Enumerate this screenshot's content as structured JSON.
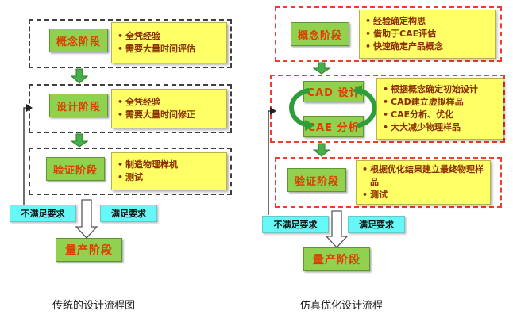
{
  "left": {
    "caption": "传统的设计流程图",
    "stages": [
      {
        "label": "概念阶段",
        "bullets": [
          "全凭经验",
          "需要大量时间评估"
        ]
      },
      {
        "label": "设计阶段",
        "bullets": [
          "全凭经验",
          "需要大量时间修正"
        ]
      },
      {
        "label": "验证阶段",
        "bullets": [
          "制造物理样机",
          "测试"
        ]
      }
    ],
    "fail_label": "不满足要求",
    "pass_label": "满足要求",
    "final_stage": "量产阶段"
  },
  "right": {
    "caption": "仿真优化设计流程",
    "concept": {
      "label": "概念阶段",
      "bullets": [
        "经验确定构思",
        "借助于CAE评估",
        "快速确定产品概念"
      ]
    },
    "loop": {
      "cad_label": "CAD 设计",
      "cae_label": "CAE 分析",
      "bullets": [
        "根据概念确定初始设计",
        "CAD建立虚拟样品",
        "CAE分析、优化",
        "大大减少物理样品"
      ]
    },
    "verify": {
      "label": "验证阶段",
      "bullets": [
        "根据优化结果建立最终物理样品",
        "测试"
      ]
    },
    "fail_label": "不满足要求",
    "pass_label": "满足要求",
    "final_stage": "量产阶段"
  },
  "colors": {
    "stage_fill": "#92d050",
    "stage_text": "#e03c00",
    "note_fill": "#ffff66",
    "note_text": "#8c2e00",
    "decision_fill": "#66f7f7",
    "group_border_traditional": "#3f3f3f",
    "group_border_simulation": "#f43b2d",
    "arrow_green": "#45b049"
  }
}
